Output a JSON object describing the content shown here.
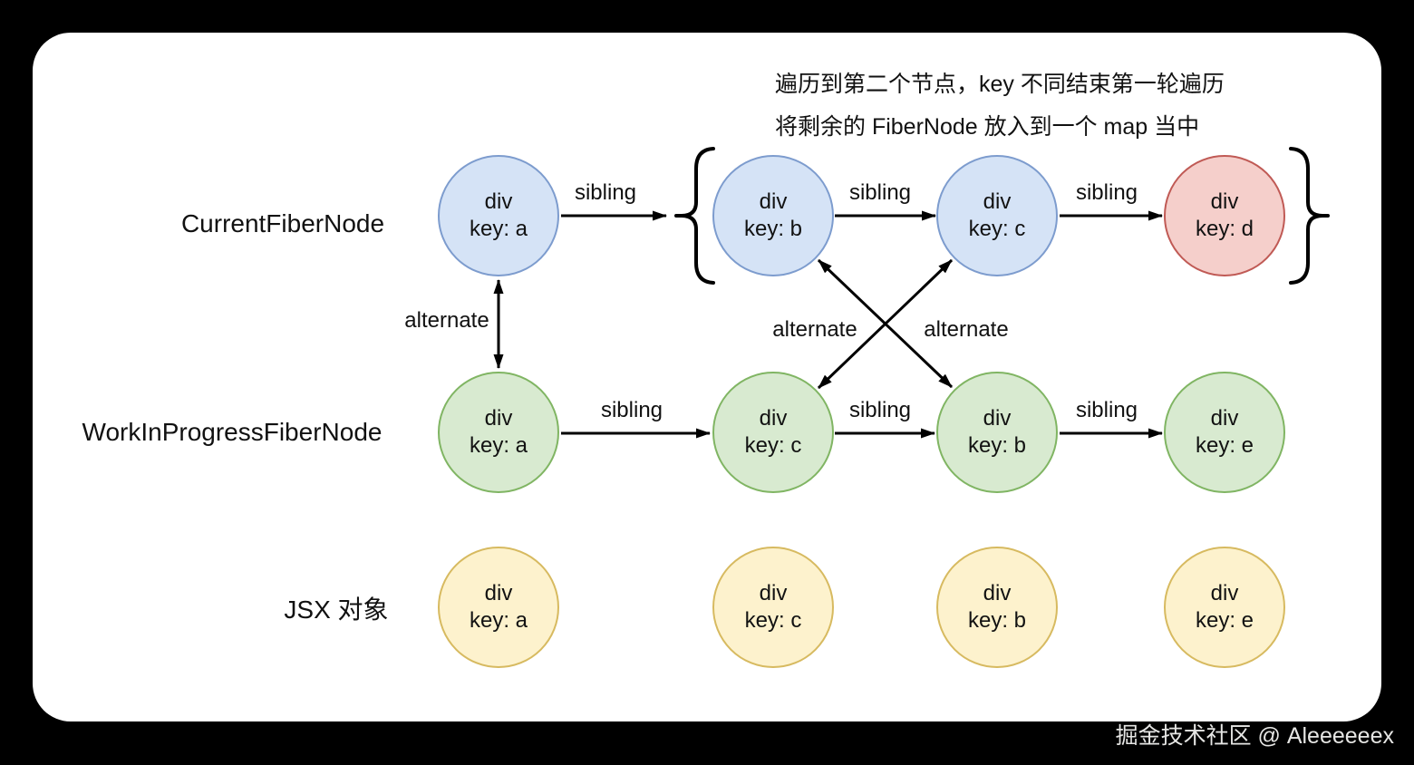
{
  "page": {
    "watermark": "掘金技术社区 @ Aleeeeeex",
    "background": "#000000",
    "card_color": "#ffffff"
  },
  "annotation": {
    "line1": "遍历到第二个节点，key 不同结束第一轮遍历",
    "line2": "将剩余的 FiberNode 放入到一个 map 当中"
  },
  "rows": [
    {
      "label": "CurrentFiberNode"
    },
    {
      "label": "WorkInProgressFiberNode"
    },
    {
      "label": "JSX 对象"
    }
  ],
  "labels": {
    "sibling": "sibling",
    "alternate": "alternate"
  },
  "nodes": [
    {
      "row": "current",
      "title": "div",
      "key": "key: a",
      "color": "blue"
    },
    {
      "row": "current",
      "title": "div",
      "key": "key: b",
      "color": "blue"
    },
    {
      "row": "current",
      "title": "div",
      "key": "key: c",
      "color": "blue"
    },
    {
      "row": "current",
      "title": "div",
      "key": "key: d",
      "color": "red"
    },
    {
      "row": "workInProgress",
      "title": "div",
      "key": "key: a",
      "color": "green"
    },
    {
      "row": "workInProgress",
      "title": "div",
      "key": "key: c",
      "color": "green"
    },
    {
      "row": "workInProgress",
      "title": "div",
      "key": "key: b",
      "color": "green"
    },
    {
      "row": "workInProgress",
      "title": "div",
      "key": "key: e",
      "color": "green"
    },
    {
      "row": "jsx",
      "title": "div",
      "key": "key: a",
      "color": "yellow"
    },
    {
      "row": "jsx",
      "title": "div",
      "key": "key: c",
      "color": "yellow"
    },
    {
      "row": "jsx",
      "title": "div",
      "key": "key: b",
      "color": "yellow"
    },
    {
      "row": "jsx",
      "title": "div",
      "key": "key: e",
      "color": "yellow"
    }
  ],
  "colors": {
    "blue_fill": "#d5e3f6",
    "blue_stroke": "#7d9cce",
    "green_fill": "#d8ead0",
    "green_stroke": "#80b563",
    "yellow_fill": "#fdf2cd",
    "yellow_stroke": "#d7ba60",
    "red_fill": "#f5cfcb",
    "red_stroke": "#c05a55",
    "line": "#000000"
  }
}
